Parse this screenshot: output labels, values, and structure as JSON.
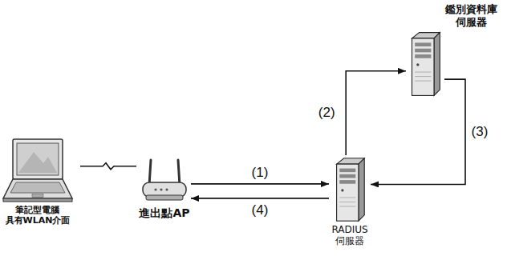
{
  "diagram": {
    "nodes": [
      {
        "text": [
          "筆記型電腦 具有WLAN介面"
        ]
      },
      {
        "text": [
          "進出點AP"
        ]
      },
      {
        "text": [
          "RADIUS 伺服器"
        ]
      },
      {
        "text": [
          "鑑別資料庫 伺服器"
        ]
      }
    ],
    "edges": [
      {
        "from": 0,
        "to": 1,
        "arrow": "none"
      },
      {
        "from": 1,
        "to": 2,
        "arrow": "to",
        "label": "(1)"
      },
      {
        "from": 2,
        "to": 3,
        "arrow": "to",
        "label": "(2)"
      },
      {
        "from": 3,
        "to": 2,
        "arrow": "to",
        "label": "(3)"
      },
      {
        "from": 2,
        "to": 1,
        "arrow": "to",
        "label": "(4)"
      }
    ]
  }
}
